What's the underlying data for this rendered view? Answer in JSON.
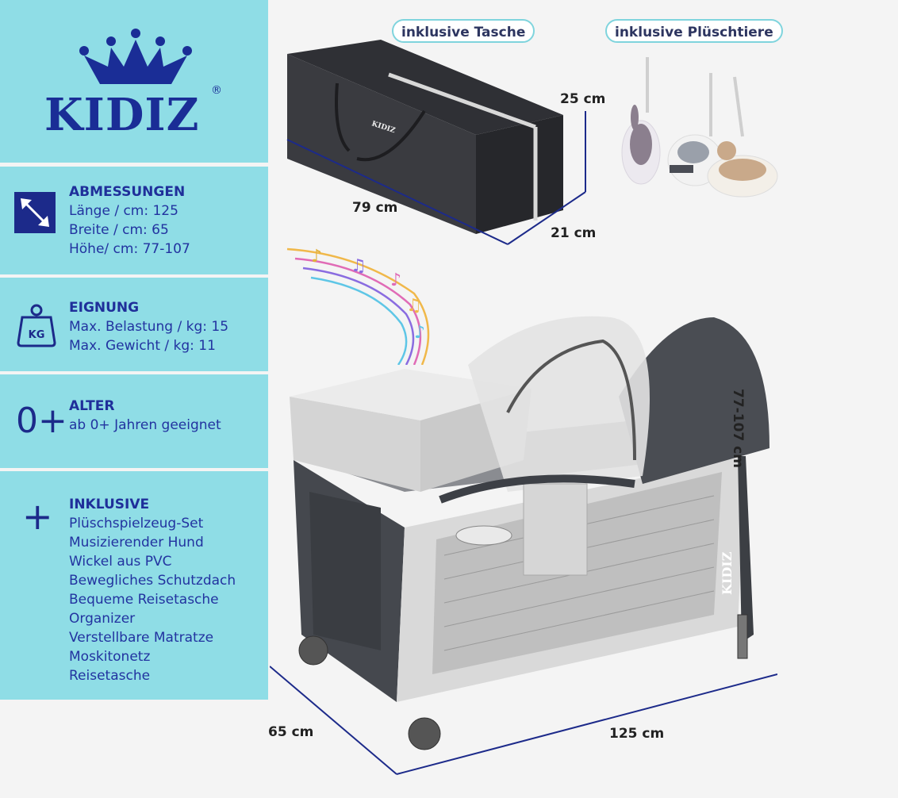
{
  "brand": {
    "name": "KIDIZ",
    "registered": "®"
  },
  "dimensions": {
    "title": "ABMESSUNGEN",
    "lines": [
      "Länge / cm: 125",
      "Breite / cm: 65",
      "Höhe/ cm: 77-107"
    ]
  },
  "suitability": {
    "title": "EIGNUNG",
    "icon_text": "KG",
    "lines": [
      "Max. Belastung / kg: 15",
      "Max. Gewicht / kg: 11"
    ]
  },
  "age": {
    "title": "ALTER",
    "symbol": "0+",
    "line": "ab 0+ Jahren geeignet"
  },
  "inclusive": {
    "title": "INKLUSIVE",
    "symbol": "+",
    "items": [
      "Plüschspielzeug-Set",
      "Musizierender Hund",
      "Wickel aus PVC",
      "Bewegliches Schutzdach",
      "Bequeme Reisetasche",
      "Organizer",
      "Verstellbare Matratze",
      "Moskitonetz",
      "Reisetasche"
    ]
  },
  "labels": {
    "bag": "inklusive Tasche",
    "plush": "inklusive Plüschtiere"
  },
  "bag_dimensions": {
    "height": "25 cm",
    "length": "79 cm",
    "depth": "21 cm"
  },
  "bed_dimensions": {
    "height": "77-107 cm",
    "depth": "65 cm",
    "length": "125 cm"
  },
  "product_logo": "KIDIZ",
  "colors": {
    "panel": "#8fdde6",
    "navy": "#1c2a8a",
    "pill_border": "#7fd4dd",
    "bed_dark": "#3c3f44"
  },
  "icons": [
    "crown-icon",
    "resize-arrows-icon",
    "weight-kg-icon",
    "plus-icon",
    "music-notes-icon",
    "plush-animals-icon"
  ]
}
